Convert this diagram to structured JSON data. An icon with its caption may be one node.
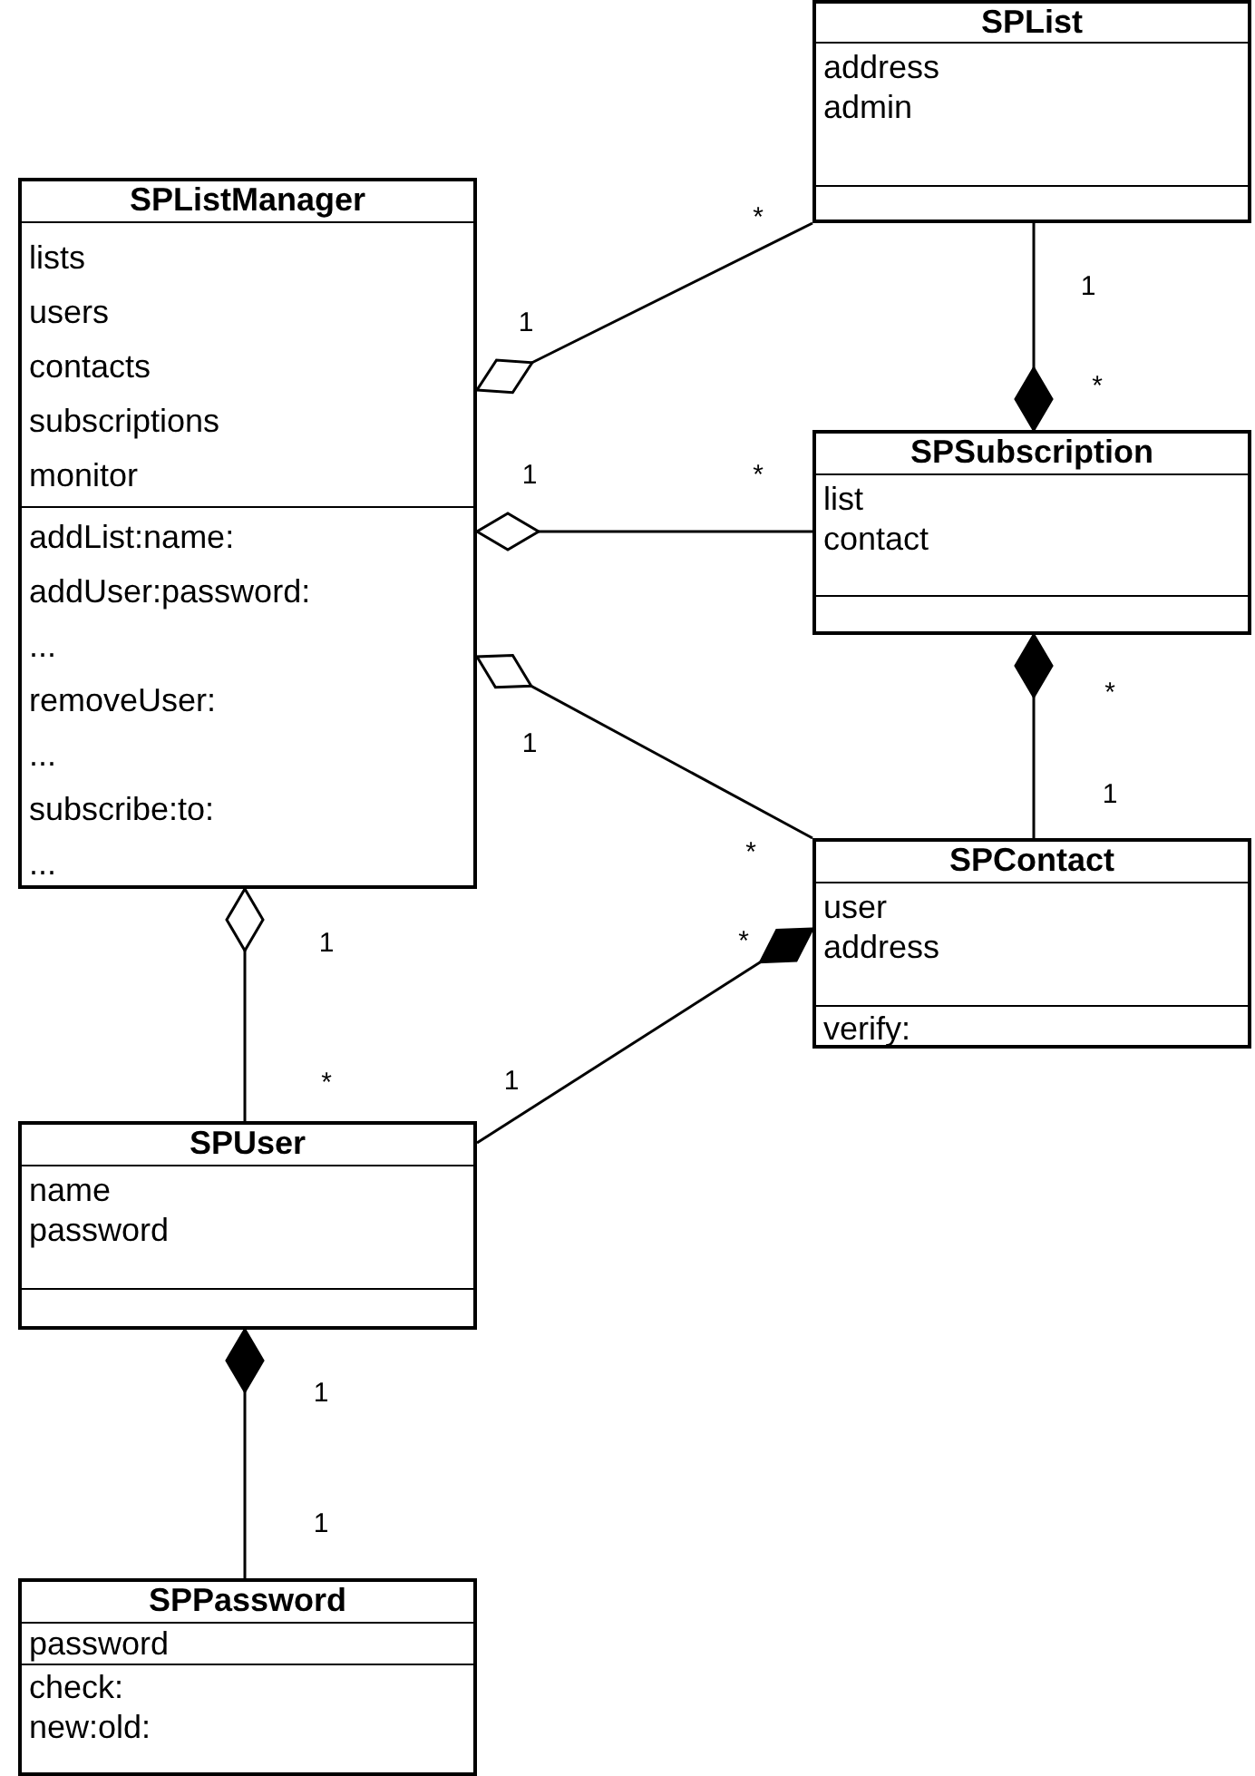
{
  "diagram": {
    "nodes": [
      {
        "text": [
          "SPList"
        ]
      },
      {
        "text": [
          "address",
          "admin"
        ],
        "in": 0
      },
      {
        "text": [],
        "shape": "box",
        "in": 0
      },
      {
        "text": [
          "SPListManager"
        ]
      },
      {
        "text": [
          "lists",
          "users",
          "contacts",
          "subscriptions",
          "monitor"
        ],
        "in": 3
      },
      {
        "text": [
          "addList:name:",
          "addUser:password:",
          "...",
          "removeUser:",
          "...",
          "subscribe:to:",
          "..."
        ],
        "in": 3
      },
      {
        "text": [
          "SPSubscription"
        ]
      },
      {
        "text": [
          "list",
          "contact"
        ],
        "in": 6
      },
      {
        "text": [],
        "shape": "box",
        "in": 6
      },
      {
        "text": [
          "SPContact"
        ]
      },
      {
        "text": [
          "user",
          "address"
        ],
        "in": 9
      },
      {
        "text": [
          "verify:"
        ],
        "in": 9
      },
      {
        "text": [
          "SPUser"
        ]
      },
      {
        "text": [
          "name",
          "password"
        ],
        "in": 12
      },
      {
        "text": [],
        "shape": "box",
        "in": 12
      },
      {
        "text": [
          "SPPassword"
        ]
      },
      {
        "text": [
          "password"
        ],
        "in": 15
      },
      {
        "text": [
          "check:",
          "new:old:"
        ],
        "in": 15
      }
    ],
    "edges": [
      {
        "from": 3,
        "to": 0,
        "arrow": "other"
      },
      {
        "from": 3,
        "to": 6,
        "arrow": "other"
      },
      {
        "from": 3,
        "to": 9,
        "arrow": "other"
      },
      {
        "from": 6,
        "to": 0,
        "arrow": "other"
      },
      {
        "from": 6,
        "to": 9,
        "arrow": "other"
      },
      {
        "from": 3,
        "to": 12,
        "arrow": "other"
      },
      {
        "from": 9,
        "to": 12,
        "arrow": "other"
      },
      {
        "from": 12,
        "to": 15,
        "arrow": "other"
      }
    ],
    "labels": [
      "*",
      "1",
      "1",
      "*",
      "1",
      "*",
      "*",
      "1",
      "1",
      "*",
      "1",
      "*",
      "1",
      "*",
      "1",
      "1"
    ]
  }
}
